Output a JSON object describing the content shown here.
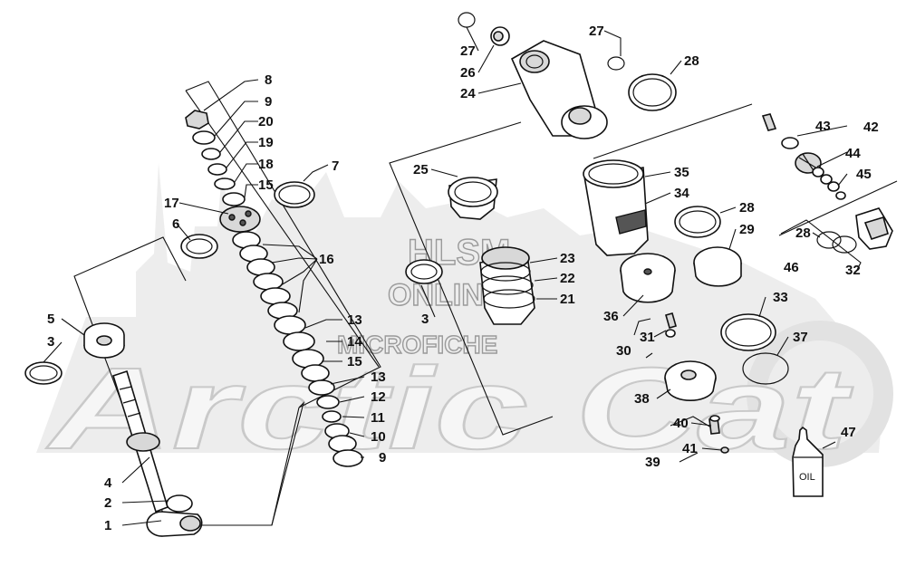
{
  "watermark": {
    "brand": "Arctic Cat",
    "line1": "HLSM",
    "line2": "ONLINE",
    "line3": "MICROFICHE"
  },
  "oil_bottle_label": "OIL",
  "callouts": {
    "c1": "1",
    "c2": "2",
    "c3a": "3",
    "c3b": "3",
    "c4": "4",
    "c5": "5",
    "c6": "6",
    "c7": "7",
    "c8": "8",
    "c9a": "9",
    "c9b": "9",
    "c10": "10",
    "c11": "11",
    "c12": "12",
    "c13a": "13",
    "c13b": "13",
    "c14": "14",
    "c15a": "15",
    "c15b": "15",
    "c16": "16",
    "c17": "17",
    "c18": "18",
    "c19": "19",
    "c20": "20",
    "c21": "21",
    "c22": "22",
    "c23": "23",
    "c24": "24",
    "c25": "25",
    "c26": "26",
    "c27a": "27",
    "c27b": "27",
    "c28a": "28",
    "c28b": "28",
    "c28c": "28",
    "c29": "29",
    "c30": "30",
    "c31": "31",
    "c32": "32",
    "c33": "33",
    "c34": "34",
    "c35": "35",
    "c36": "36",
    "c37": "37",
    "c38": "38",
    "c39": "39",
    "c40": "40",
    "c41": "41",
    "c42": "42",
    "c43": "43",
    "c44": "44",
    "c45": "45",
    "c46": "46",
    "c47": "47"
  }
}
